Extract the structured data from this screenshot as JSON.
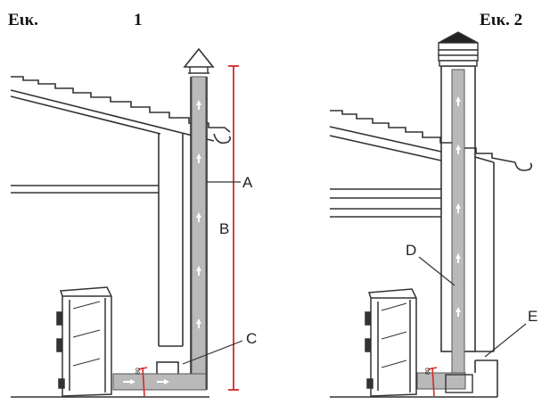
{
  "figure1": {
    "caption_prefix": "Εικ.",
    "caption_number": "1",
    "labels": {
      "a": "A",
      "b": "B",
      "c": "C"
    },
    "min_distance": "80"
  },
  "figure2": {
    "caption": "Εικ. 2",
    "labels": {
      "d": "D",
      "e": "E"
    },
    "min_distance": "80"
  },
  "colors": {
    "pipe": "#b9b9b9",
    "outline": "#333333",
    "dimension": "#d42a2a"
  }
}
